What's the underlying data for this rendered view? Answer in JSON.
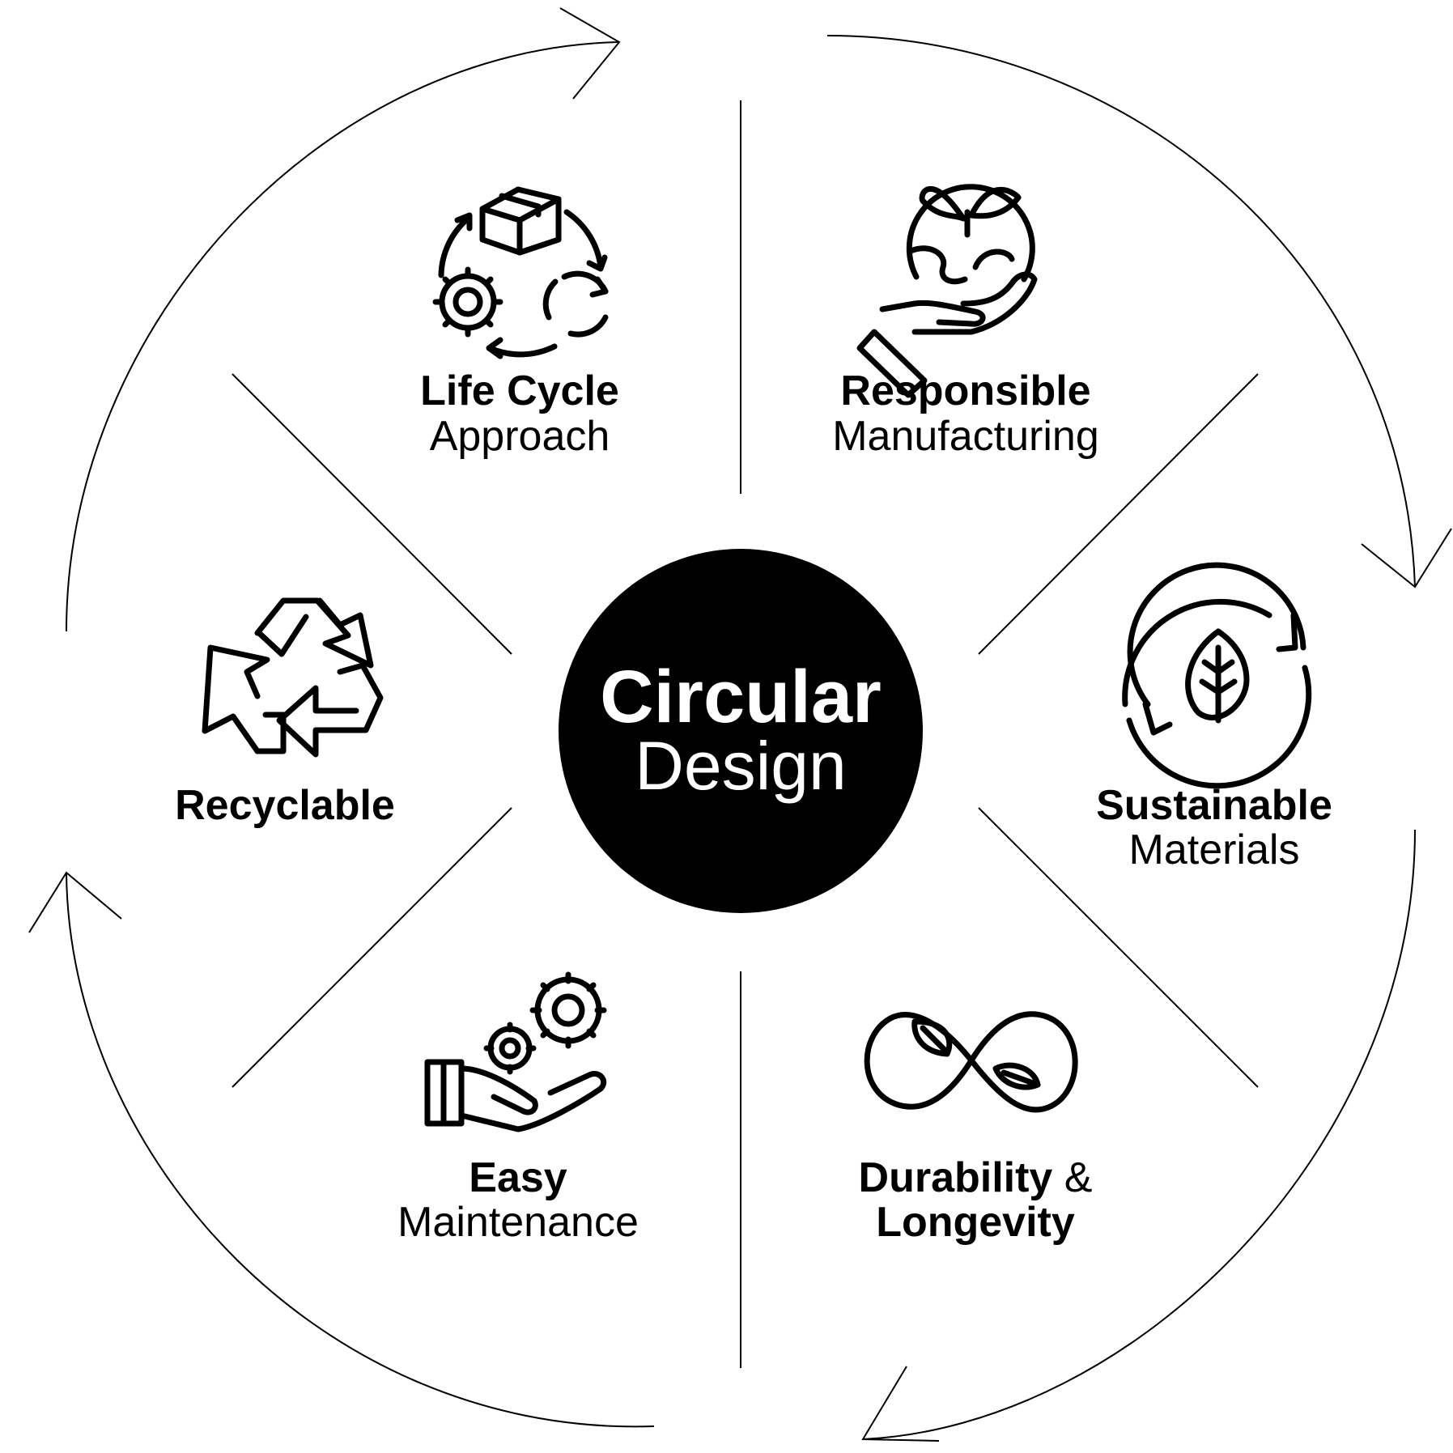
{
  "center": {
    "line1": "Circular",
    "line2": "Design"
  },
  "segments": {
    "life_cycle": {
      "bold": "Life Cycle",
      "regular": "Approach",
      "icon": "life-cycle-icon"
    },
    "responsible": {
      "bold": "Responsible",
      "regular": "Manufacturing",
      "icon": "hand-holding-earth-icon"
    },
    "sustainable": {
      "bold": "Sustainable",
      "regular": "Materials",
      "icon": "leaf-cycle-icon"
    },
    "durability": {
      "bold1": "Durability",
      "amp": " &",
      "bold2": "Longevity",
      "icon": "infinity-leaf-icon"
    },
    "easy": {
      "bold": "Easy",
      "regular": "Maintenance",
      "icon": "hand-gears-icon"
    },
    "recyclable": {
      "bold": "Recyclable",
      "icon": "recycle-icon"
    }
  },
  "colors": {
    "ink": "#000000",
    "background": "#ffffff",
    "center_text": "#ffffff"
  }
}
